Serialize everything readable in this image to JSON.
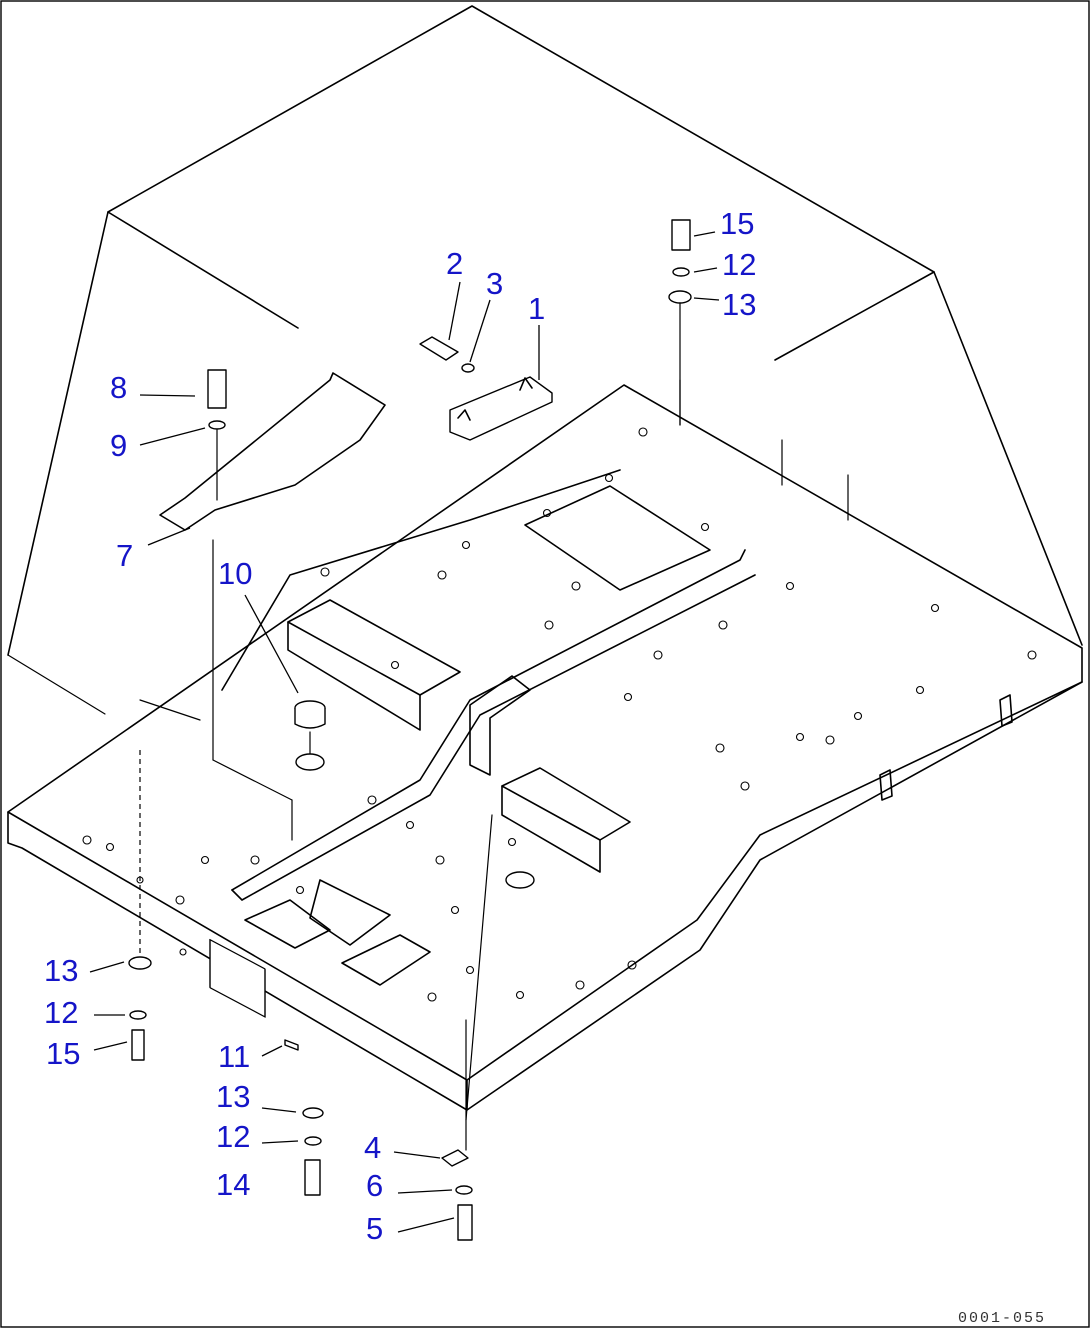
{
  "figure_code": "0001-055",
  "callouts": [
    {
      "id": "c15-top",
      "label": "15"
    },
    {
      "id": "c12-top",
      "label": "12"
    },
    {
      "id": "c13-top",
      "label": "13"
    },
    {
      "id": "c2",
      "label": "2"
    },
    {
      "id": "c3",
      "label": "3"
    },
    {
      "id": "c1",
      "label": "1"
    },
    {
      "id": "c8",
      "label": "8"
    },
    {
      "id": "c9",
      "label": "9"
    },
    {
      "id": "c7",
      "label": "7"
    },
    {
      "id": "c10",
      "label": "10"
    },
    {
      "id": "c13-left",
      "label": "13"
    },
    {
      "id": "c12-left",
      "label": "12"
    },
    {
      "id": "c15-left",
      "label": "15"
    },
    {
      "id": "c11",
      "label": "11"
    },
    {
      "id": "c13-bottom",
      "label": "13"
    },
    {
      "id": "c12-bottom",
      "label": "12"
    },
    {
      "id": "c14",
      "label": "14"
    },
    {
      "id": "c4",
      "label": "4"
    },
    {
      "id": "c6",
      "label": "6"
    },
    {
      "id": "c5",
      "label": "5"
    }
  ]
}
